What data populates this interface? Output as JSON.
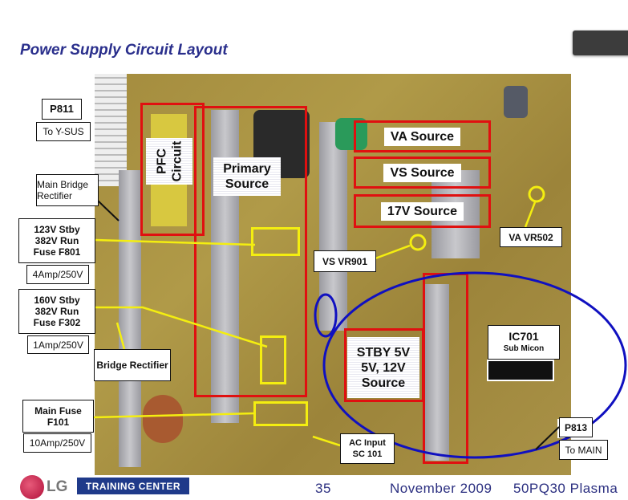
{
  "title": "Power Supply Circuit Layout",
  "labels": {
    "p811": "P811",
    "to_ysus": "To Y-SUS",
    "main_bridge_rectifier": "Main Bridge Rectifier",
    "fuse_f801": [
      "123V Stby",
      "382V Run",
      "Fuse F801"
    ],
    "f801_rating": "4Amp/250V",
    "fuse_f302": [
      "160V Stby",
      "382V Run",
      "Fuse F302"
    ],
    "f302_rating": "1Amp/250V",
    "bridge_rectifier": "Bridge Rectifier",
    "main_fuse": [
      "Main Fuse",
      "F101"
    ],
    "main_fuse_rating": "10Amp/250V",
    "vs_vr901": "VS VR901",
    "va_vr502": "VA VR502",
    "ic701": "IC701",
    "sub_micon": "Sub Micon",
    "p813": "P813",
    "to_main": "To MAIN",
    "ac_input": [
      "AC Input",
      "SC 101"
    ]
  },
  "regions": {
    "pfc": [
      "PFC",
      "Circuit"
    ],
    "primary": [
      "Primary",
      "Source"
    ],
    "va_source": "VA Source",
    "vs_source": "VS Source",
    "v17_source": "17V Source",
    "stby": [
      "STBY 5V",
      "5V, 12V",
      "Source"
    ]
  },
  "footer": {
    "logo_text": "LG",
    "training_center": "TRAINING CENTER",
    "page": "35",
    "date": "November 2009",
    "model": "50PQ30 Plasma"
  },
  "colors": {
    "title": "#2a2f8c",
    "region_box": "#e01010",
    "highlight": "#f4ee10",
    "ellipse": "#1010c0",
    "lg_red": "#c0103c"
  }
}
